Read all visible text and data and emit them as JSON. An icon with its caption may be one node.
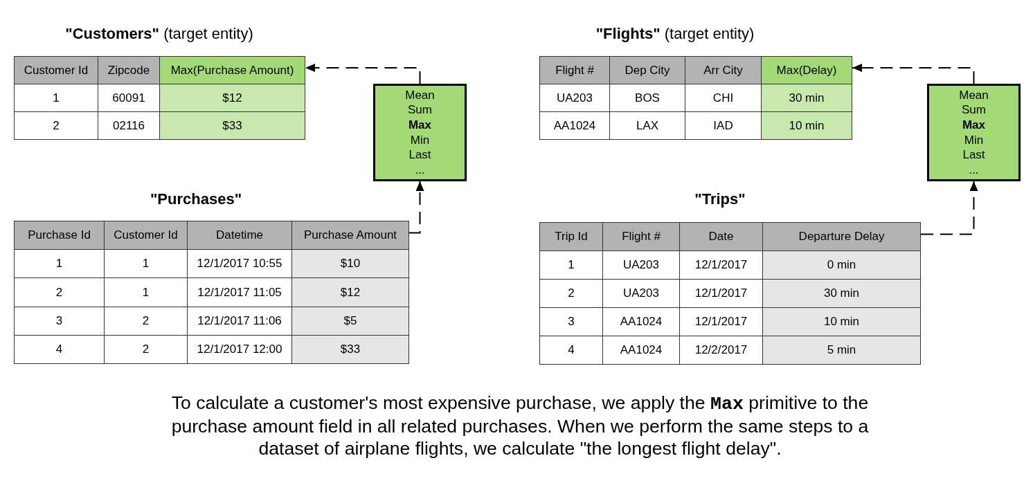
{
  "diagram": {
    "caption": "To calculate a customer's most expensive purchase, we apply the **Max** primitive to the purchase amount field in all related purchases. When we perform the same steps to a dataset of airplane flights, we calculate \"the longest flight delay\".",
    "nodes": [
      {
        "text": [
          "**\"Customers\"** (target entity)",
          "Customer Id",
          "Zipcode",
          "Max(Purchase Amount)",
          "1",
          "60091",
          "$12",
          "2",
          "02116",
          "$33"
        ]
      },
      {
        "text": [
          "**\"Flights\"** (target entity)",
          "Flight #",
          "Dep City",
          "Arr City",
          "Max(Delay)",
          "UA203",
          "BOS",
          "CHI",
          "30 min",
          "AA1024",
          "LAX",
          "IAD",
          "10 min"
        ]
      },
      {
        "text": [
          "Mean",
          "Sum",
          "Max",
          "Min",
          "Last",
          "..."
        ]
      },
      {
        "text": [
          "Mean",
          "Sum",
          "Max",
          "Min",
          "Last",
          "..."
        ]
      },
      {
        "text": [
          "\"Purchases\"",
          "Purchase Id",
          "Customer Id",
          "Datetime",
          "Purchase Amount",
          "1",
          "1",
          "12/1/2017 10:55",
          "$10",
          "2",
          "1",
          "12/1/2017 11:05",
          "$12",
          "3",
          "2",
          "12/1/2017 11:06",
          "$5",
          "4",
          "2",
          "12/1/2017 12:00",
          "$33"
        ]
      },
      {
        "text": [
          "\"Trips\"",
          "Trip Id",
          "Flight #",
          "Date",
          "Departure Delay",
          "1",
          "UA203",
          "12/1/2017",
          "0 min",
          "2",
          "UA203",
          "12/1/2017",
          "30 min",
          "3",
          "AA1024",
          "12/1/2017",
          "10 min",
          "4",
          "AA1024",
          "12/2/2017",
          "5 min"
        ]
      }
    ],
    "edges": [
      {
        "from": 4,
        "to": 2,
        "arrow": "to",
        "style": "dashed"
      },
      {
        "from": 2,
        "to": 0,
        "arrow": "to",
        "style": "dashed"
      },
      {
        "from": 5,
        "to": 3,
        "arrow": "to",
        "style": "dashed"
      },
      {
        "from": 3,
        "to": 1,
        "arrow": "to",
        "style": "dashed"
      }
    ]
  }
}
